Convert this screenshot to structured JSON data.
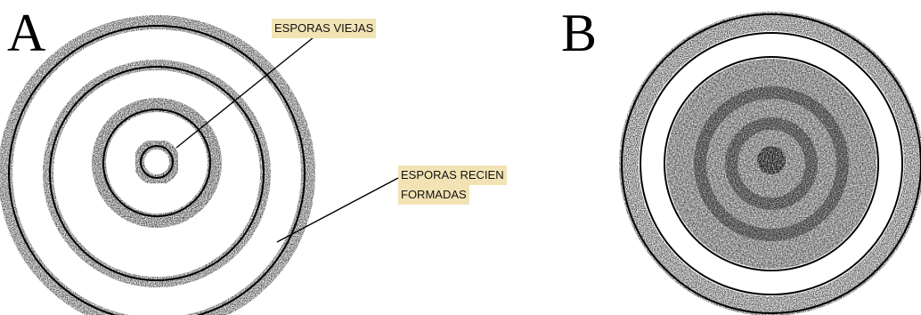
{
  "panels": [
    {
      "letter": "A"
    },
    {
      "letter": "B"
    }
  ],
  "callouts": {
    "old_spores": "ESPORAS VIEJAS",
    "new_spores_line1": "ESPORAS RECIEN",
    "new_spores_line2": "FORMADAS"
  },
  "colors": {
    "ink": "#000000",
    "highlight": "#f2e3b5",
    "spore_texture": "#333333"
  }
}
